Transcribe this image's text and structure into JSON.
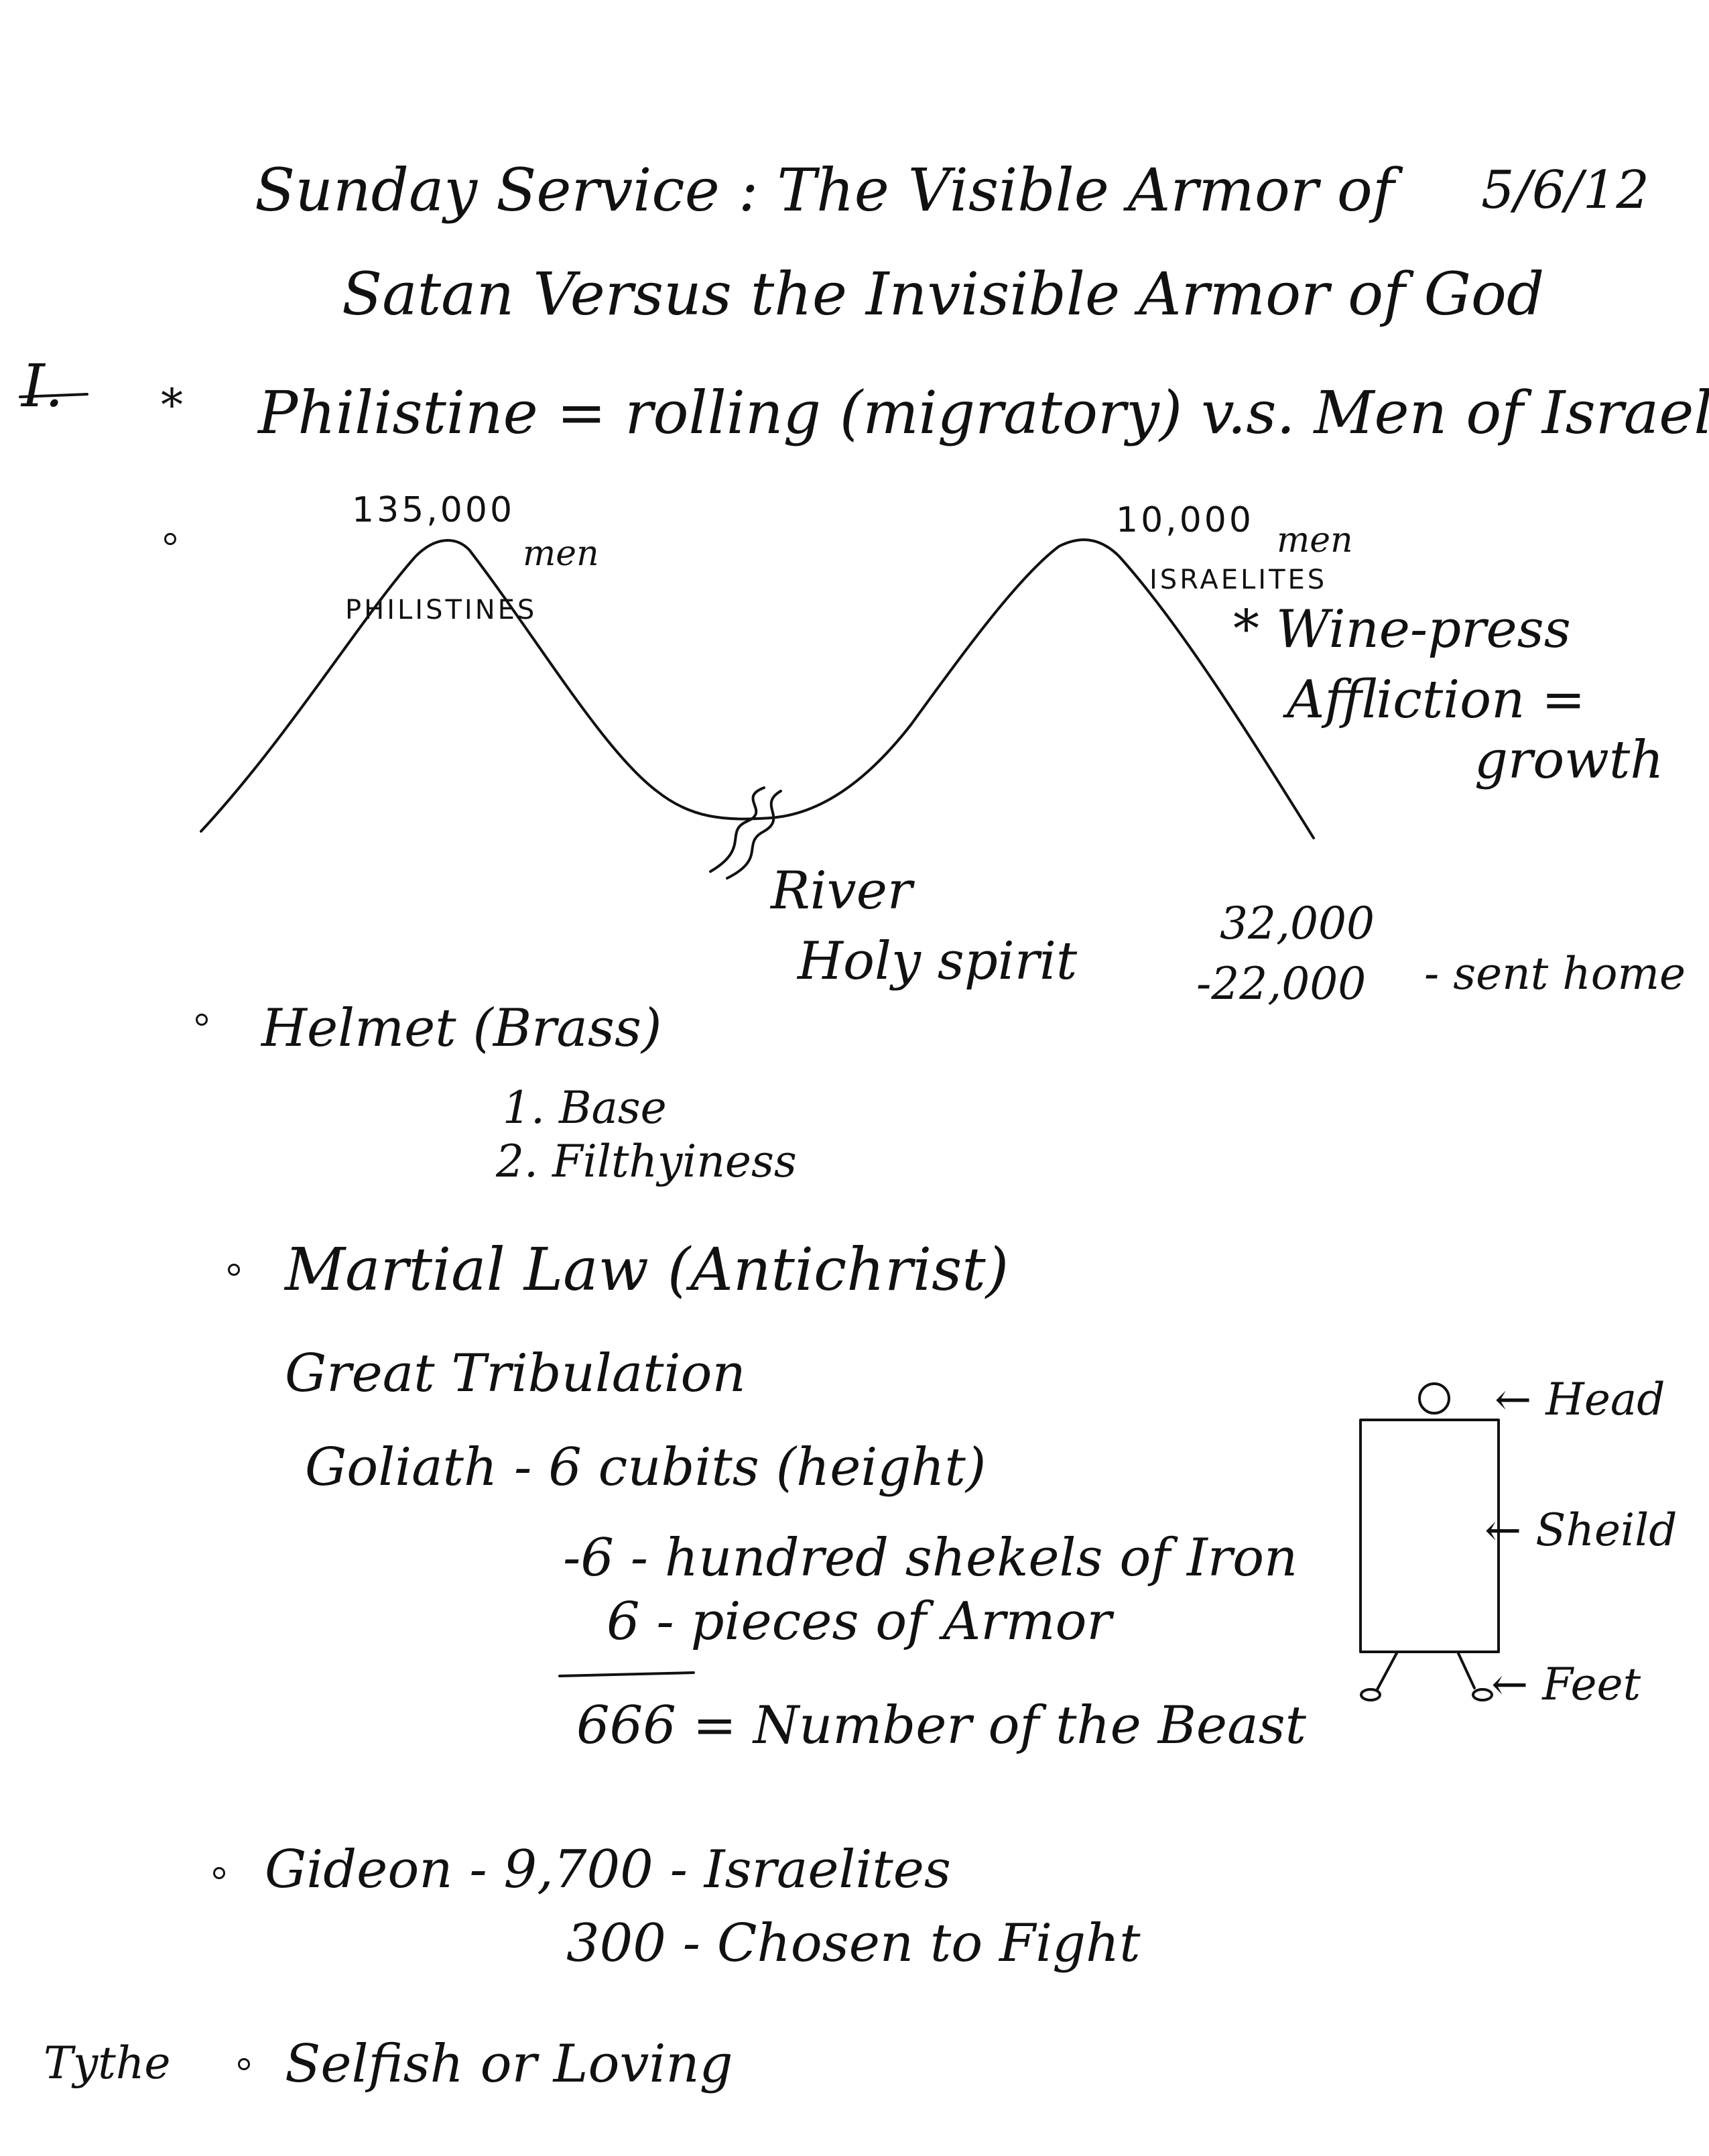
{
  "title": {
    "line1": "Sunday Service : The Visible Armor of",
    "date": "5/6/12",
    "line2": "Satan Versus the Invisible Armor of God"
  },
  "section_marker": "I.",
  "star": "*",
  "heading": "Philistine = rolling (migratory) v.s. Men of Israel",
  "diagram": {
    "left_count": "135,000",
    "left_men": "men",
    "left_label": "PHILISTINES",
    "right_count": "10,000",
    "right_men": "men",
    "right_label": "ISRAELITES",
    "winepress": "* Wine-press",
    "affliction": "Affliction =",
    "growth": "growth",
    "river": "River",
    "holy_spirit": "Holy spirit",
    "count_32000": "32,000",
    "count_22000": "-22,000",
    "sent_home": "- sent home"
  },
  "helmet": {
    "title": "Helmet (Brass)",
    "item1": "1. Base",
    "item2": "2. Filthyiness"
  },
  "martial": {
    "title": "Martial Law (Antichrist)",
    "tribulation": "Great Tribulation",
    "goliath": "Goliath - 6 cubits (height)",
    "line2": "-6 - hundred shekels of Iron",
    "line3": "6 - pieces of Armor",
    "beast": "666 = Number of the Beast"
  },
  "figure": {
    "head": "← Head",
    "shield": "← Sheild",
    "feet": "← Feet"
  },
  "gideon": {
    "line1": "Gideon - 9,700 - Israelites",
    "line2": "300 - Chosen to Fight"
  },
  "tithe": {
    "label": "Tythe",
    "text": "Selfish or Loving"
  }
}
